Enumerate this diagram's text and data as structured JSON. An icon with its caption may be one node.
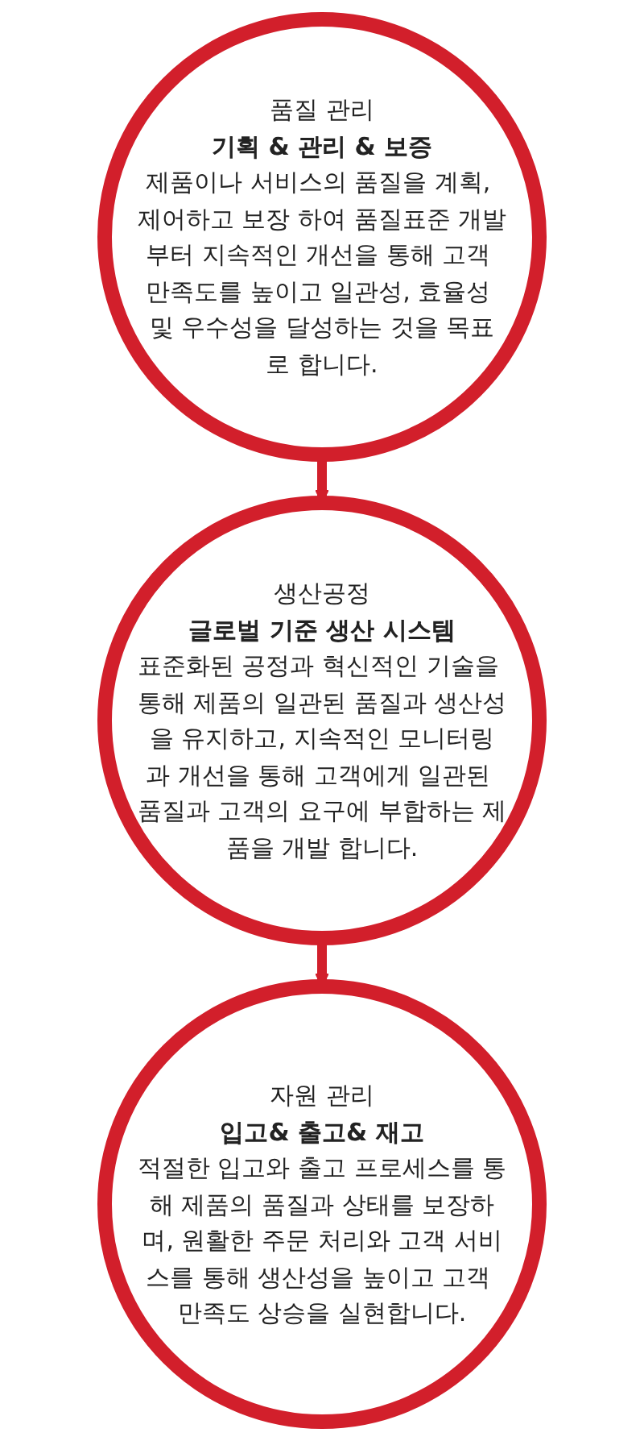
{
  "diagram": {
    "nodes": [
      {
        "text": [
          "품질 관리",
          "기획 & 관리 & 보증",
          "제품이나 서비스의 품질을 계획, 제어하고 보장 하여 품질표준 개발부터 지속적인 개선을 통해 고객 만족도를 높이고 일관성, 효율성 및 우수성을 달성하는 것을 목표로 합니다."
        ]
      },
      {
        "text": [
          "생산공정",
          "글로벌 기준 생산 시스템",
          "표준화된 공정과 혁신적인 기술을 통해 제품의 일관된 품질과 생산성을 유지하고, 지속적인 모니터링과 개선을 통해 고객에게 일관된 품질과 고객의 요구에 부합하는 제품을 개발 합니다."
        ]
      },
      {
        "text": [
          "자원 관리",
          "입고& 출고& 재고",
          "적절한 입고와 출고 프로세스를 통해 제품의 품질과 상태를 보장하며, 원활한 주문 처리와 고객 서비스를 통해 생산성을 높이고 고객 만족도 상승을 실현합니다."
        ]
      }
    ],
    "edges": [
      {
        "from": 0,
        "to": 1,
        "arrow": "to"
      },
      {
        "from": 1,
        "to": 2,
        "arrow": "to"
      }
    ]
  }
}
